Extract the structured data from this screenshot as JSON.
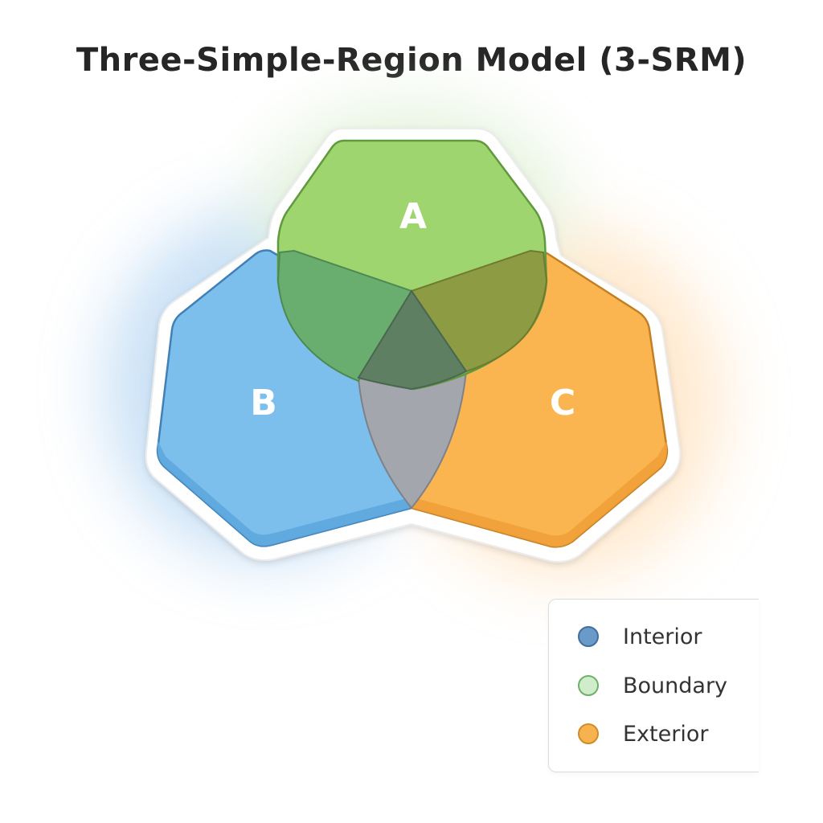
{
  "title": "Three-Simple-Region Model (3-SRM)",
  "regions": [
    {
      "label": "A",
      "color": "#9fd56e",
      "stroke": "#5f9a3c"
    },
    {
      "label": "B",
      "color": "#7cbfec",
      "stroke": "#3f80b7"
    },
    {
      "label": "C",
      "color": "#fbb550",
      "stroke": "#c27f24"
    }
  ],
  "legend": {
    "items": [
      {
        "label": "Interior",
        "color": "#6a9bc8",
        "border": "#3f6f9c"
      },
      {
        "label": "Boundary",
        "color": "#cfeccb",
        "border": "#6eb26a"
      },
      {
        "label": "Exterior",
        "color": "#f6b24f",
        "border": "#d18c2a"
      }
    ]
  }
}
